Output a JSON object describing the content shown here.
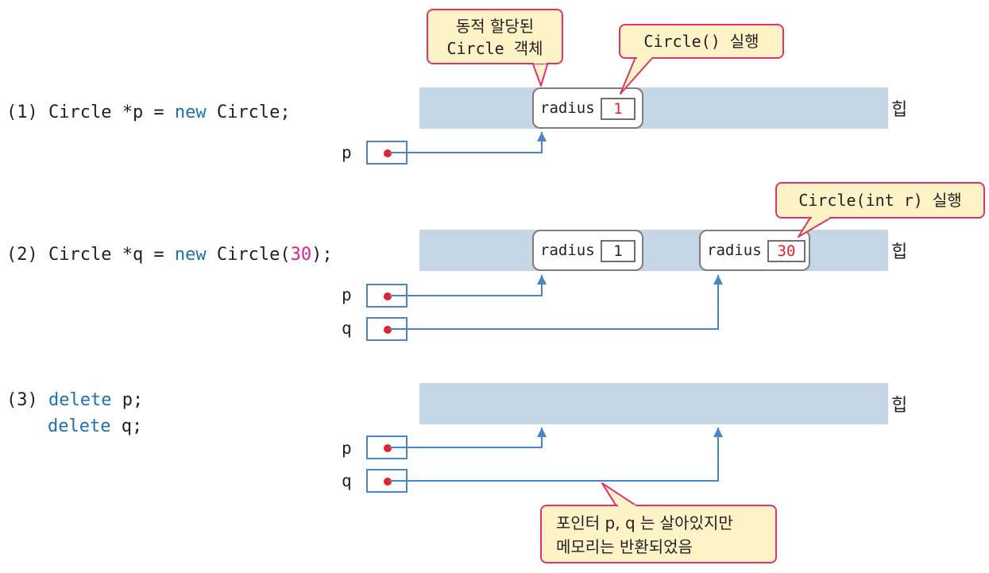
{
  "code": {
    "line1": {
      "prefix": "(1) Circle *p = ",
      "kw": "new",
      "suffix": " Circle;"
    },
    "line2": {
      "prefix": "(2) Circle *q = ",
      "kw": "new",
      "mid": " Circle(",
      "num": "30",
      "suffix": ");"
    },
    "line3a": {
      "prefix": "(3) ",
      "kw": "delete",
      "suffix": " p;"
    },
    "line3b": {
      "kw": "delete",
      "suffix": " q;"
    }
  },
  "heap_label": "힙",
  "objects": {
    "field": "radius",
    "row1_value": "1",
    "row2_value_p": "1",
    "row2_value_q": "30"
  },
  "pointers": {
    "p": "p",
    "q": "q"
  },
  "callouts": {
    "dynamic_line1": "동적 할당된",
    "dynamic_line2": "Circle 객체",
    "ctor_default": "Circle() 실행",
    "ctor_int": "Circle(int r) 실행",
    "freed_line1": "포인터 p, q 는 살아있지만",
    "freed_line2": "메모리는 반환되었음"
  },
  "colors": {
    "heap": "#c5d7e6",
    "arrow": "#4a86c5",
    "pointer_dot": "#e3212a",
    "callout_fill": "#fdf3c6",
    "callout_border": "#e0336e",
    "keyword": "#1f6fb5",
    "number": "#e0218a",
    "new_value": "#e3212a"
  }
}
